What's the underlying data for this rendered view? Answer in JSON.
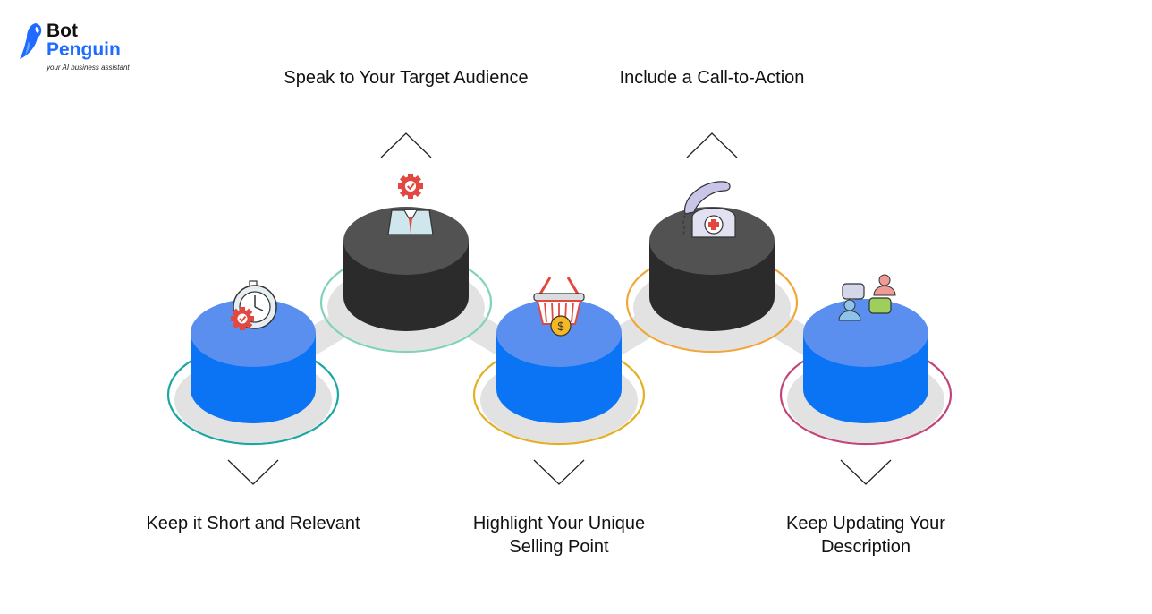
{
  "logo": {
    "line1": "Bot",
    "line2": "Penguin",
    "tagline": "your AI business assistant",
    "icon": "penguin-icon",
    "colors": {
      "primary": "#1f6bff",
      "text": "#111111"
    }
  },
  "steps": [
    {
      "id": "short",
      "label_lines": [
        "Keep it Short and Relevant"
      ],
      "position": "bottom",
      "style": "blue",
      "ring_color": "#1aa7a3",
      "icon": "stopwatch-gear-icon"
    },
    {
      "id": "audience",
      "label_lines": [
        "Speak to Your Target Audience"
      ],
      "position": "top",
      "style": "dark",
      "ring_color": "#7fd3bd",
      "icon": "person-gear-icon"
    },
    {
      "id": "usp",
      "label_lines": [
        "Highlight Your Unique",
        "Selling Point"
      ],
      "position": "bottom",
      "style": "blue",
      "ring_color": "#e3b024",
      "icon": "basket-coin-icon"
    },
    {
      "id": "cta",
      "label_lines": [
        "Include a Call-to-Action"
      ],
      "position": "top",
      "style": "dark",
      "ring_color": "#f0a83a",
      "icon": "phone-medical-icon"
    },
    {
      "id": "update",
      "label_lines": [
        "Keep Updating Your",
        "Description"
      ],
      "position": "bottom",
      "style": "blue",
      "ring_color": "#c2447a",
      "icon": "chat-people-icon"
    }
  ],
  "colors": {
    "blue_top": "#5a8ff0",
    "blue_side": "#0a74f5",
    "dark_top": "#525252",
    "dark_side": "#2b2b2b",
    "path": "#e3e3e3"
  }
}
